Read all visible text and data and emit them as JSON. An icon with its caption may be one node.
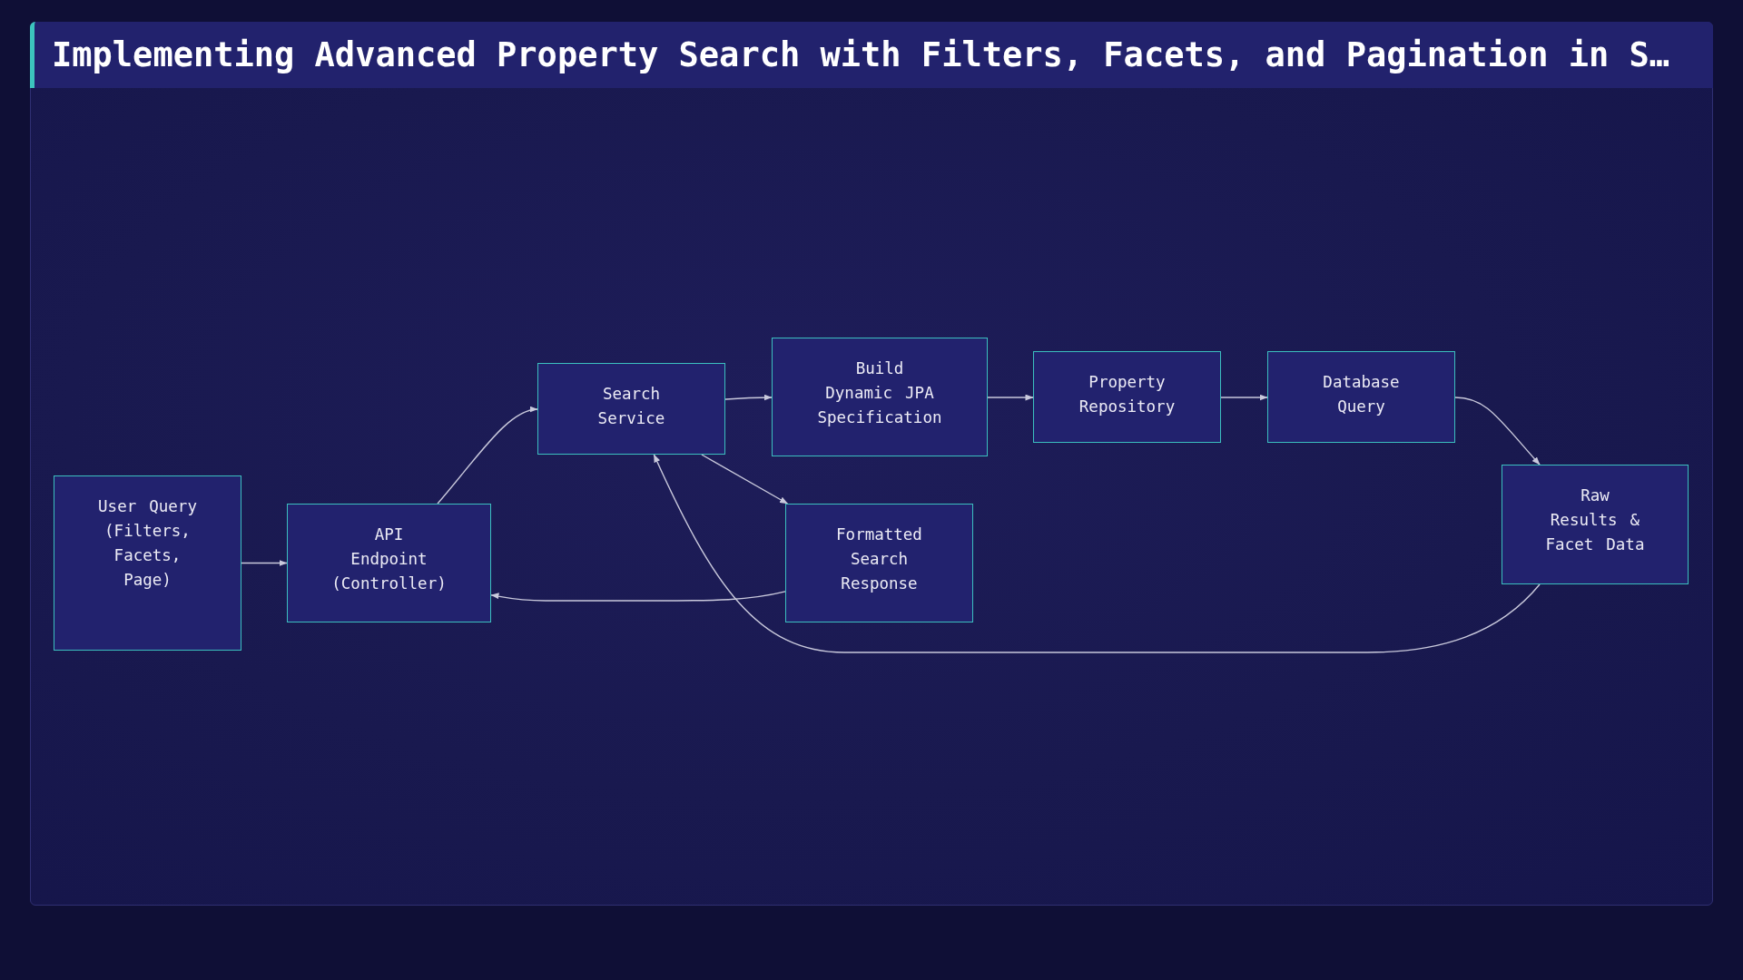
{
  "diagram": {
    "title": "Implementing Advanced Property Search with Filters, Facets, and Pagination in S…",
    "nodes": [
      {
        "text": [
          "User Query (Filters, Facets, Page)"
        ]
      },
      {
        "text": [
          "API Endpoint (Controller)"
        ]
      },
      {
        "text": [
          "Search Service"
        ]
      },
      {
        "text": [
          "Build Dynamic JPA Specification"
        ]
      },
      {
        "text": [
          "Property Repository"
        ]
      },
      {
        "text": [
          "Database Query"
        ]
      },
      {
        "text": [
          "Raw Results & Facet Data"
        ]
      },
      {
        "text": [
          "Formatted Search Response"
        ]
      }
    ],
    "edges": [
      {
        "from": 0,
        "to": 1,
        "arrow": "to"
      },
      {
        "from": 1,
        "to": 2,
        "arrow": "to"
      },
      {
        "from": 2,
        "to": 3,
        "arrow": "to"
      },
      {
        "from": 3,
        "to": 4,
        "arrow": "to"
      },
      {
        "from": 4,
        "to": 5,
        "arrow": "to"
      },
      {
        "from": 5,
        "to": 6,
        "arrow": "to"
      },
      {
        "from": 6,
        "to": 2,
        "arrow": "to"
      },
      {
        "from": 2,
        "to": 7,
        "arrow": "to"
      },
      {
        "from": 7,
        "to": 1,
        "arrow": "to"
      }
    ]
  }
}
